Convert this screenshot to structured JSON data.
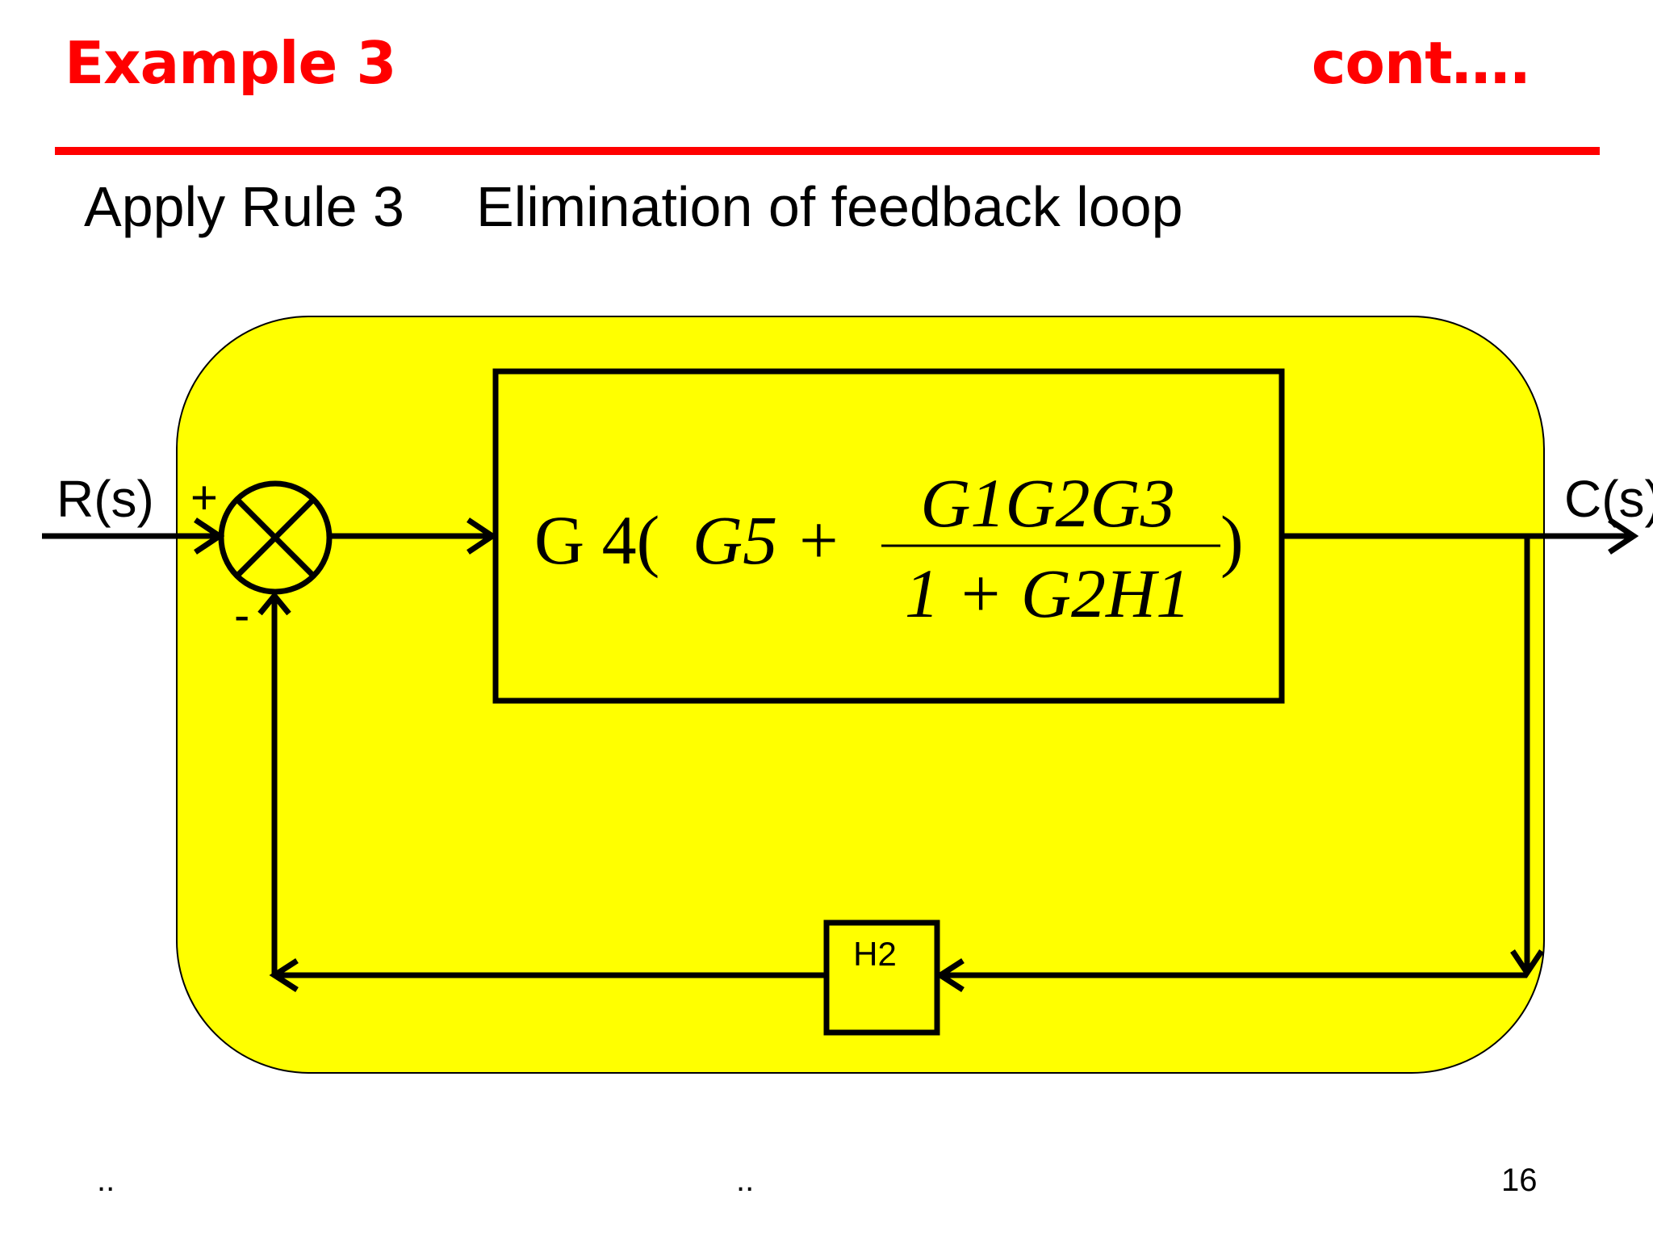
{
  "slide": {
    "title": "Example 3",
    "continuation": "cont….",
    "rule_label": "Apply Rule 3",
    "rule_description": "Elimination of feedback loop",
    "footer_left": "..",
    "footer_center": "..",
    "page_number": "16"
  },
  "diagram": {
    "input_label": "R(s)",
    "output_label": "C(s)",
    "plus_sign": "+",
    "minus_sign": "-",
    "feedback_block_label": "H2",
    "forward_block": {
      "prefix": "G 4(",
      "g5_term": "G5 +",
      "numerator": "G1G2G3",
      "denominator": "1 + G2H1",
      "closing": ")"
    },
    "colors": {
      "panel_fill": "#ffff00",
      "stroke": "#000000",
      "title_red": "#ff0000"
    }
  }
}
